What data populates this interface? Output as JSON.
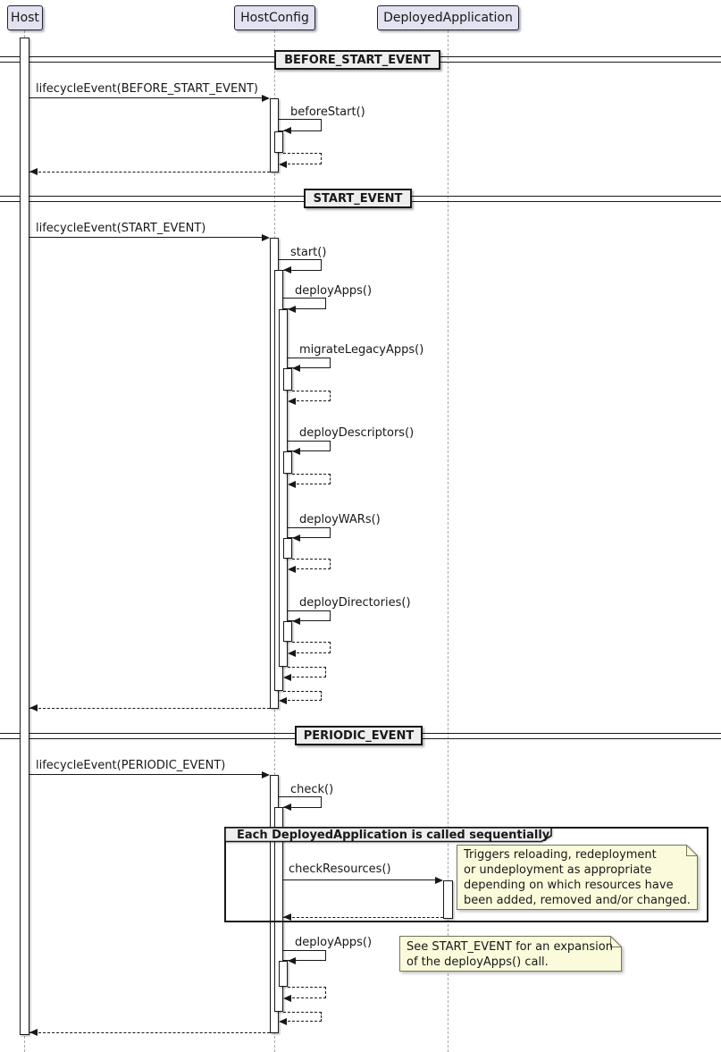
{
  "participants": {
    "host": "Host",
    "host_config": "HostConfig",
    "deployed_application": "DeployedApplication"
  },
  "dividers": {
    "before_start": "BEFORE_START_EVENT",
    "start": "START_EVENT",
    "periodic": "PERIODIC_EVENT"
  },
  "messages": {
    "lifecycle_before_start": "lifecycleEvent(BEFORE_START_EVENT)",
    "before_start_call": "beforeStart()",
    "lifecycle_start": "lifecycleEvent(START_EVENT)",
    "start_call": "start()",
    "deploy_apps_call": "deployApps()",
    "migrate_legacy_apps_call": "migrateLegacyApps()",
    "deploy_descriptors_call": "deployDescriptors()",
    "deploy_wars_call": "deployWARs()",
    "deploy_directories_call": "deployDirectories()",
    "lifecycle_periodic": "lifecycleEvent(PERIODIC_EVENT)",
    "check_call": "check()",
    "check_resources_call": "checkResources()",
    "deploy_apps_periodic_call": "deployApps()"
  },
  "group": {
    "title": "Each DeployedApplication is called sequentially"
  },
  "notes": {
    "check_resources": "Triggers reloading, redeployment\nor undeployment as appropriate\ndepending on which resources have\nbeen added, removed and/or changed.",
    "deploy_apps": "See START_EVENT for an expansion\nof the deployApps() call."
  },
  "colors": {
    "participant_fill": "#E2E2F0",
    "divider_fill": "#EEEEEE",
    "note_fill": "#FBFBDC",
    "line": "#181818",
    "lifeline": "#A8A8A8"
  }
}
